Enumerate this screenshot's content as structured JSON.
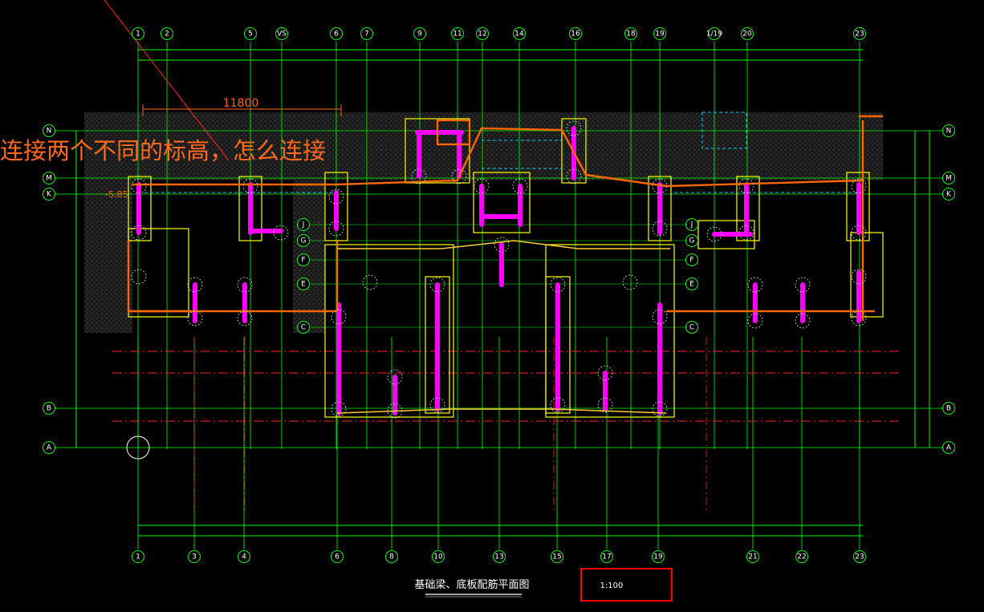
{
  "drawing": {
    "annotation_text": "连接两个不同的标高，怎么连接",
    "dimension_callout": "11800",
    "level_label": "-5.85",
    "title": "基础梁、底板配筋平面图",
    "scale": "1:100"
  },
  "axes": {
    "top": [
      "1",
      "2",
      "5",
      "VS",
      "6",
      "7",
      "9",
      "11",
      "12",
      "14",
      "16",
      "18",
      "19",
      "1/19",
      "20",
      "23"
    ],
    "bottom": [
      "1",
      "3",
      "4",
      "6",
      "8",
      "10",
      "13",
      "15",
      "17",
      "19",
      "21",
      "22",
      "23"
    ],
    "left": [
      "N",
      "M",
      "K",
      "B",
      "A"
    ],
    "right": [
      "N",
      "M",
      "K",
      "B",
      "A"
    ],
    "inner": [
      "J",
      "G",
      "F",
      "E",
      "C"
    ]
  },
  "colors": {
    "background": "#000000",
    "axis_line": "#00ff00",
    "beam": "#ff00ff",
    "outline": "#ffff00",
    "annotation": "#ff6600",
    "highlight_box": "#ff0000"
  }
}
